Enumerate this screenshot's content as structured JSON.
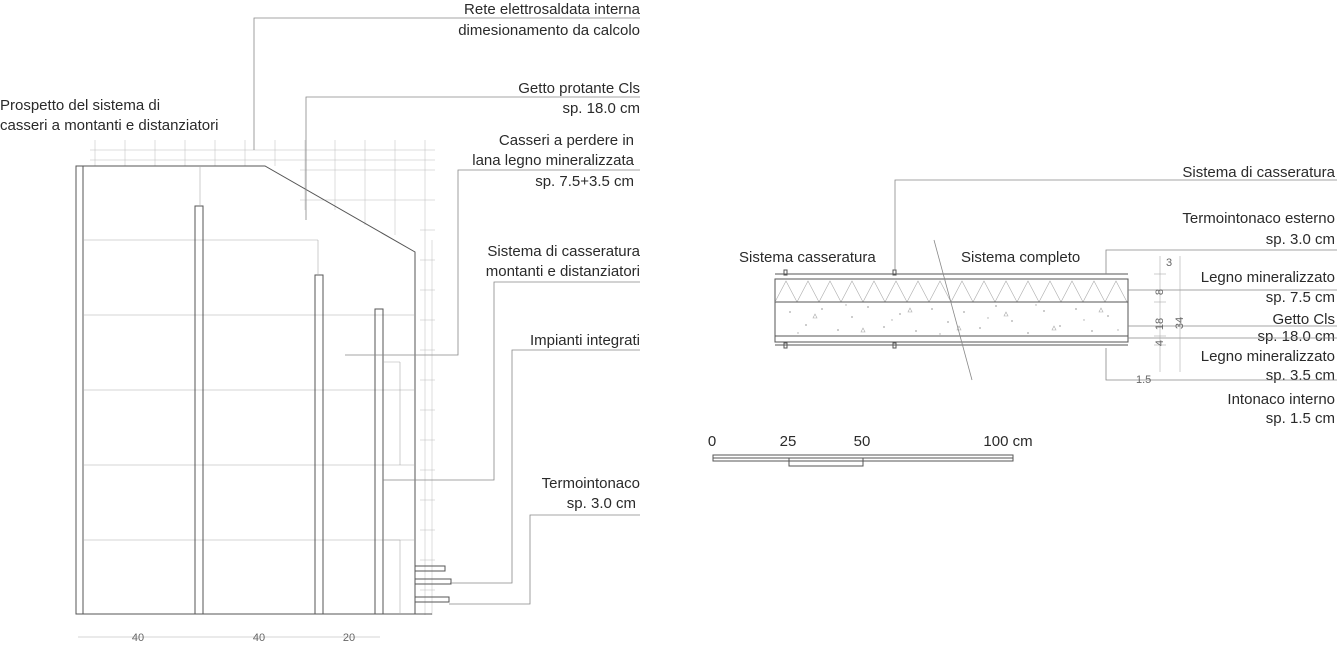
{
  "elevation": {
    "title_line1": "Prospetto del sistema di",
    "title_line2": "casseri a montanti e distanziatori",
    "dims": [
      "40",
      "40",
      "20"
    ]
  },
  "labels": {
    "mesh_line1": "Rete elettrosaldata interna",
    "mesh_line2": "dimesionamento da calcolo",
    "pour_line1": "Getto protante Cls",
    "pour_line2": "sp. 18.0 cm",
    "forms_line1": "Casseri a perdere in",
    "forms_line2": "lana legno mineralizzata",
    "forms_line3": "sp. 7.5+3.5 cm",
    "system_line1": "Sistema di casseratura",
    "system_line2": "montanti e distanziatori",
    "plants": "Impianti integrati",
    "thermo_line1": "Termointonaco",
    "thermo_line2": "sp. 3.0 cm"
  },
  "section": {
    "system_top": "Sistema di casseratura",
    "label_formwork": "Sistema casseratura",
    "label_complete": "Sistema completo",
    "ext_line1": "Termointonaco esterno",
    "ext_line2": "sp. 3.0 cm",
    "wood1_line1": "Legno mineralizzato",
    "wood1_line2": "sp. 7.5 cm",
    "concrete_line1": "Getto Cls",
    "concrete_line2": "sp. 18.0 cm",
    "wood2_line1": "Legno mineralizzato",
    "wood2_line2": "sp. 3.5 cm",
    "int_line1": "Intonaco interno",
    "int_line2": "sp. 1.5 cm",
    "dims": [
      "3",
      "8",
      "18",
      "4",
      "1.5",
      "34"
    ]
  },
  "scale": {
    "ticks": [
      "0",
      "25",
      "50",
      "100 cm"
    ]
  }
}
